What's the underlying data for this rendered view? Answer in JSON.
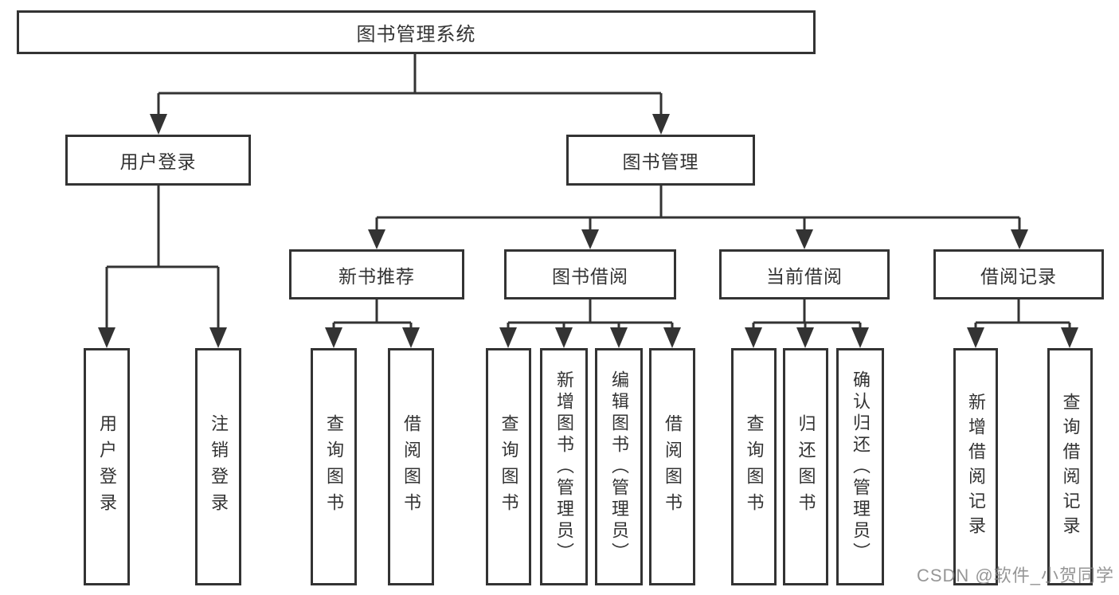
{
  "title": "图书管理系统",
  "colors": {
    "line": "#333333",
    "text": "#333333",
    "background": "#ffffff",
    "watermark": "#848484"
  },
  "watermark": {
    "text": "CSDN @软件_小贺同学"
  },
  "tree": {
    "root": {
      "label": "图书管理系统",
      "children": [
        {
          "label": "用户登录",
          "children": [
            {
              "label": "用户登录"
            },
            {
              "label": "注销登录"
            }
          ]
        },
        {
          "label": "图书管理",
          "children": [
            {
              "label": "新书推荐",
              "children": [
                {
                  "label": "查询图书"
                },
                {
                  "label": "借阅图书"
                }
              ]
            },
            {
              "label": "图书借阅",
              "children": [
                {
                  "label": "查询图书"
                },
                {
                  "label": "新增图书（管理员）"
                },
                {
                  "label": "编辑图书（管理员）"
                },
                {
                  "label": "借阅图书"
                }
              ]
            },
            {
              "label": "当前借阅",
              "children": [
                {
                  "label": "查询图书"
                },
                {
                  "label": "归还图书"
                },
                {
                  "label": "确认归还（管理员）"
                }
              ]
            },
            {
              "label": "借阅记录",
              "children": [
                {
                  "label": "新增借阅记录"
                },
                {
                  "label": "查询借阅记录"
                }
              ]
            }
          ]
        }
      ]
    }
  }
}
